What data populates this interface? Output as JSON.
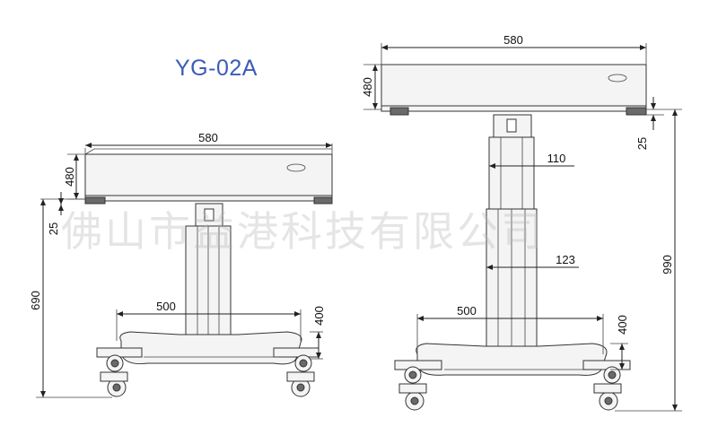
{
  "title": "YG-02A",
  "watermark": "佛山市益港科技有限公司",
  "left_view": {
    "table_width": "580",
    "table_depth": "480",
    "top_thickness": "25",
    "height": "690",
    "base_width": "500",
    "base_depth": "400"
  },
  "right_view": {
    "table_width": "580",
    "table_depth": "480",
    "top_thickness": "25",
    "height": "990",
    "column_upper": "110",
    "column_lower": "123",
    "base_width": "500",
    "base_depth": "400"
  }
}
